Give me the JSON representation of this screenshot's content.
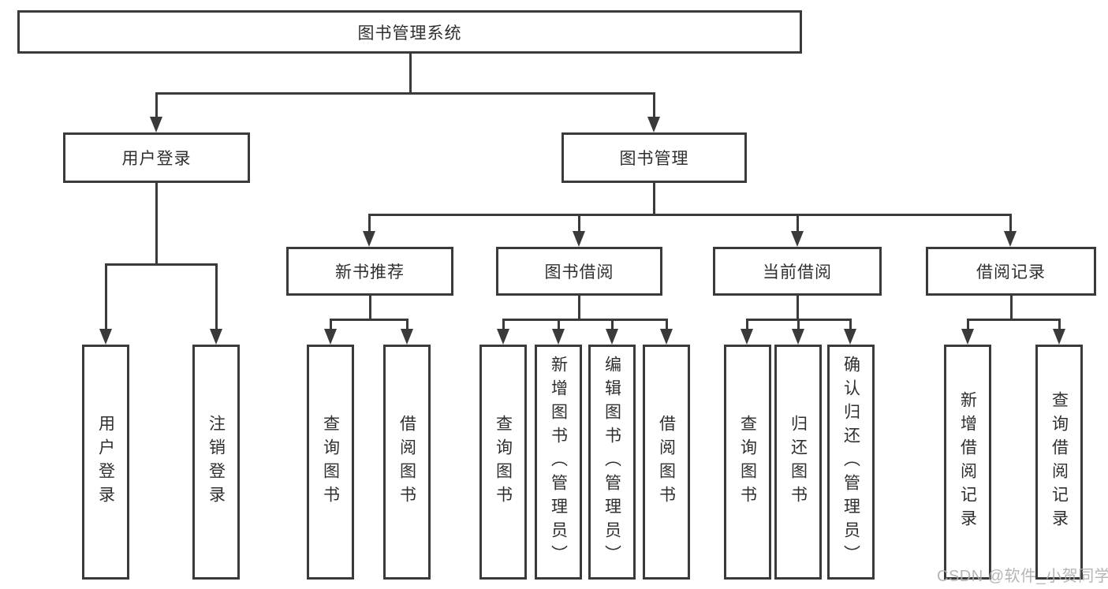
{
  "diagram": {
    "root": {
      "label": "图书管理系统"
    },
    "user_login": {
      "label": "用户登录",
      "children": [
        {
          "label": "用户登录"
        },
        {
          "label": "注销登录"
        }
      ]
    },
    "book_management": {
      "label": "图书管理",
      "sections": [
        {
          "label": "新书推荐",
          "children": [
            {
              "label": "查询图书"
            },
            {
              "label": "借阅图书"
            }
          ]
        },
        {
          "label": "图书借阅",
          "children": [
            {
              "label": "查询图书"
            },
            {
              "label": "新增图书（管理员）"
            },
            {
              "label": "编辑图书（管理员）"
            },
            {
              "label": "借阅图书"
            }
          ]
        },
        {
          "label": "当前借阅",
          "children": [
            {
              "label": "查询图书"
            },
            {
              "label": "归还图书"
            },
            {
              "label": "确认归还（管理员）"
            }
          ]
        },
        {
          "label": "借阅记录",
          "children": [
            {
              "label": "新增借阅记录"
            },
            {
              "label": "查询借阅记录"
            }
          ]
        }
      ]
    }
  },
  "watermark": {
    "text": "CSDN @软件_小贺同学"
  },
  "colors": {
    "line": "#3a3a3a",
    "text": "#2f2f2f",
    "watermark": "#aeaeae"
  }
}
